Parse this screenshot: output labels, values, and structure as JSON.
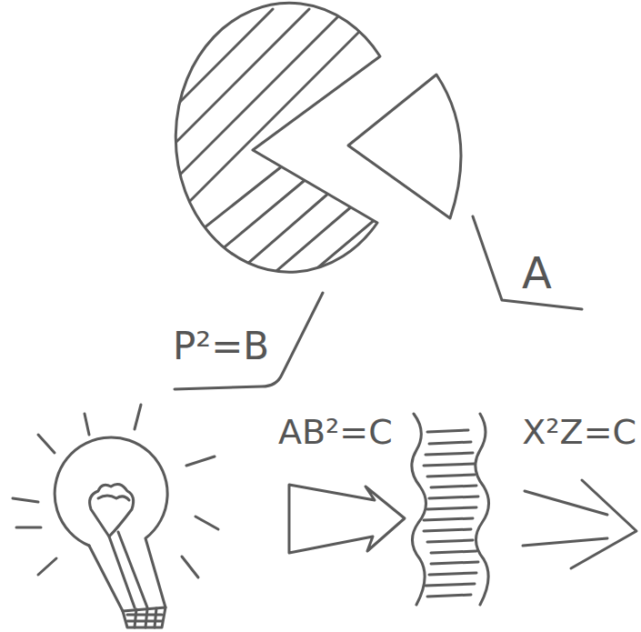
{
  "diagram": {
    "labels": [
      "A",
      "P²=B",
      "AB²=C",
      "X²Z=C"
    ]
  }
}
